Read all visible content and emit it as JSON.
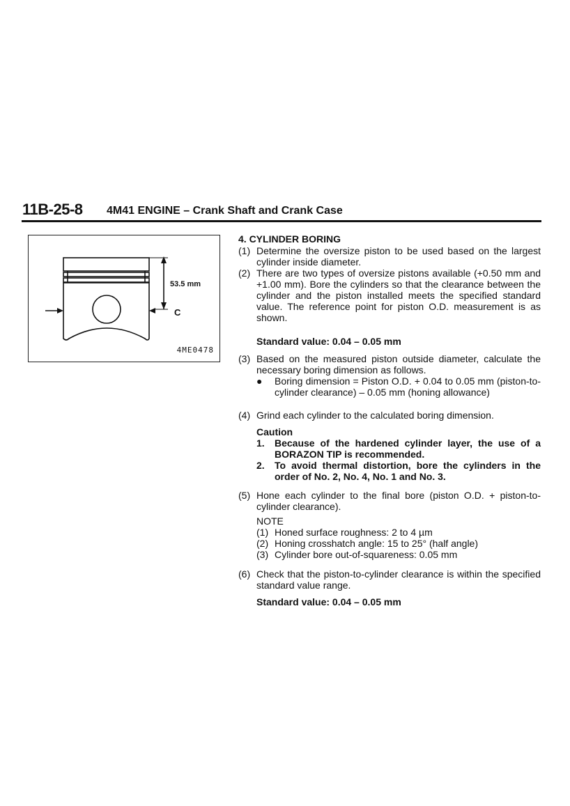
{
  "header": {
    "page_number": "11B-25-8",
    "title": "4M41 ENGINE – Crank Shaft and Crank Case"
  },
  "figure": {
    "dimension": "53.5 mm",
    "point_label": "C",
    "figure_id": "4ME0478"
  },
  "section": {
    "heading": "4. CYLINDER BORING",
    "steps": [
      {
        "num": "(1)",
        "text": "Determine the oversize piston to be used based on the largest cylinder inside diameter."
      },
      {
        "num": "(2)",
        "text": "There are two types of oversize pistons available (+0.50 mm and +1.00 mm). Bore the cylinders so that the clearance between the cylinder and the piston installed meets the specified standard value. The reference point for piston O.D. measurement is as shown."
      },
      {
        "num": "(3)",
        "text": "Based on the measured piston outside diameter, calculate the necessary boring dimension as follows."
      },
      {
        "num": "(4)",
        "text": "Grind each cylinder to the calculated boring dimension."
      },
      {
        "num": "(5)",
        "text": "Hone each cylinder to the final bore (piston O.D. + piston-to-cylinder clearance)."
      },
      {
        "num": "(6)",
        "text": "Check that the piston-to-cylinder clearance is within the specified standard value range."
      }
    ],
    "standard_value_1": "Standard value: 0.04 – 0.05 mm",
    "bullet": "Boring dimension = Piston O.D. + 0.04 to 0.05 mm (piston-to-cylinder clearance) – 0.05 mm (honing allowance)",
    "caution": {
      "title": "Caution",
      "items": [
        {
          "num": "1.",
          "text": "Because of the hardened cylinder layer, the use of a BORAZON TIP is recommended."
        },
        {
          "num": "2.",
          "text": "To avoid thermal distortion, bore the cylinders in the order of No. 2, No. 4, No. 1 and No. 3."
        }
      ]
    },
    "note": {
      "title": "NOTE",
      "items": [
        {
          "num": "(1)",
          "text": "Honed surface roughness: 2 to 4 µm"
        },
        {
          "num": "(2)",
          "text": "Honing crosshatch angle: 15 to 25° (half angle)"
        },
        {
          "num": "(3)",
          "text": "Cylinder bore out-of-squareness: 0.05 mm"
        }
      ]
    },
    "standard_value_2": "Standard value: 0.04 – 0.05 mm"
  }
}
